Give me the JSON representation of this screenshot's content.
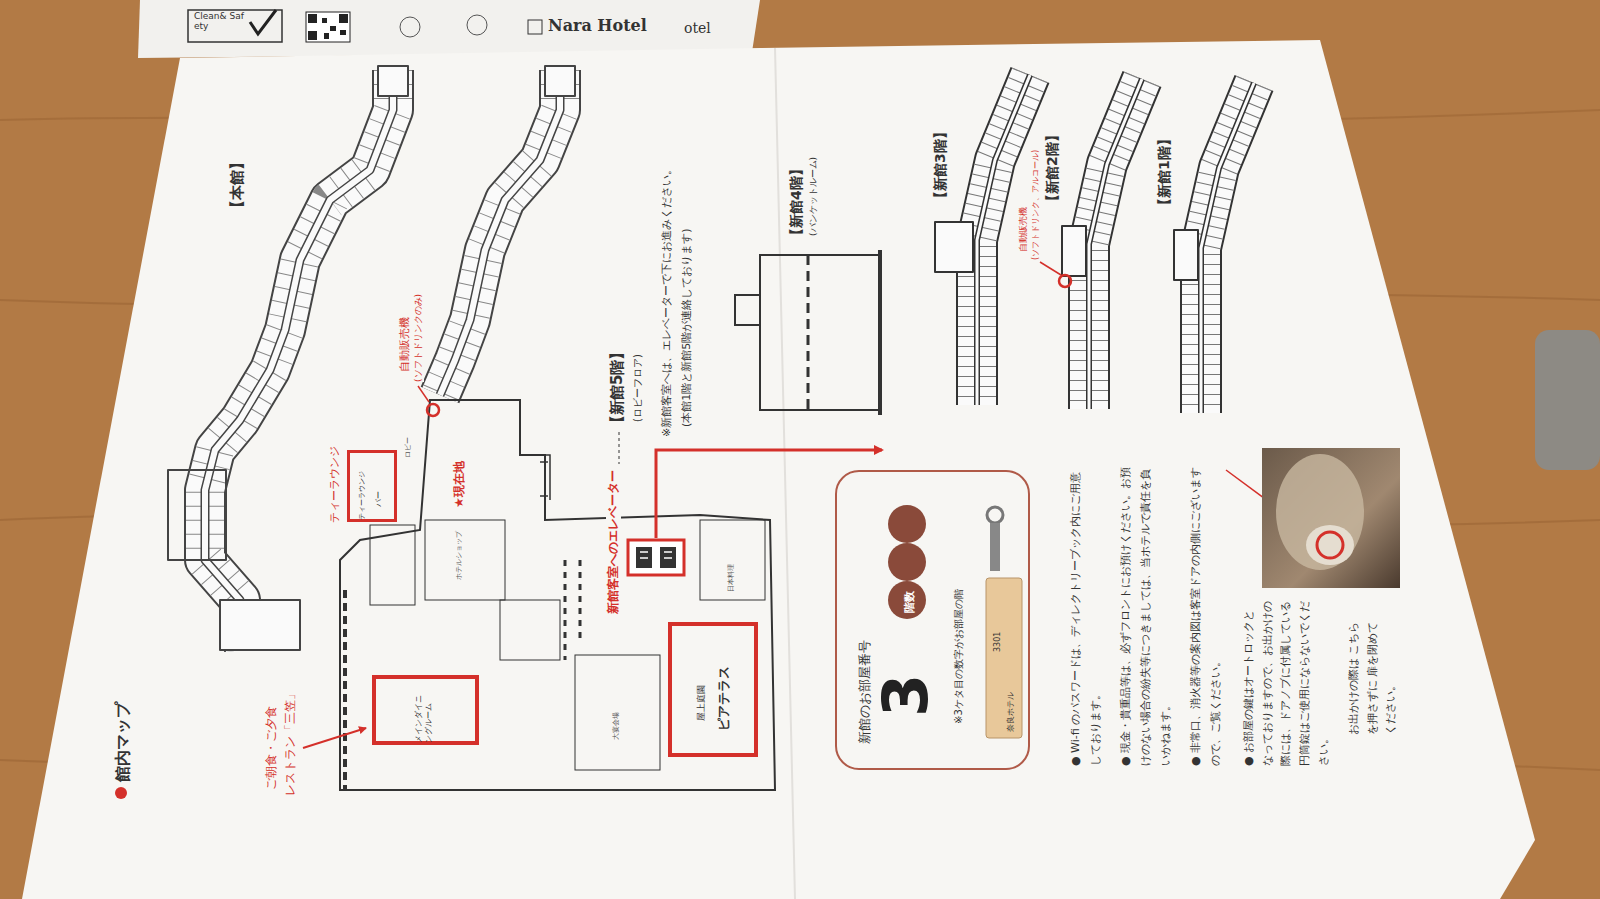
{
  "diagram": {
    "title": "館内マップ",
    "nodes": [
      {
        "text": [
          "ティーラウンジ",
          "ティーラウンジ",
          "バー"
        ]
      },
      {
        "text": [
          "メインダイニングルーム"
        ]
      },
      {
        "text": [
          "屋上庭園",
          "ピアテラス"
        ]
      },
      {
        "text": [
          "新館のお部屋番号",
          "3",
          "階数",
          "※3ケタ目の数字がお部屋の階"
        ]
      }
    ],
    "labels": [
      "Clean& Safety",
      "Nara Hotel",
      "otel",
      "【本館】",
      "自動販売機",
      "(ソフトドリンクのみ)",
      "★現在地",
      "新館客室へのエレベーター",
      "ご朝食・ご夕食",
      "レストラン「三笠」",
      "【新館5階】",
      "(ロビーフロア)",
      "※新館客室へは、エレベーターで下にお進みください。",
      "(本館1階と新館5階が連絡しております)",
      "【新館4階】",
      "(バンケットルーム)",
      "【新館3階】",
      "自動販売機",
      "(ソフトドリンク、アルコール)",
      "【新館2階】",
      "【新館1階】",
      "3301",
      "奈良ホテル",
      "● Wi-fi のパスワードは、ディレクトリーブック内にご用意しております。",
      "● 現金・貴重品等は、必ずフロントにお預けください。お預けのない場合の紛失等につきましては、当ホテルで責任を負いかねます。",
      "● 非常口、消火器等の案内図は客室ドアの内側にございますので、ご覧ください。",
      "● お部屋の鍵はオートロックとなっておりますので、お出かけの際には、ドアノブに付属している円筒錠はご使用にならないでください。",
      "お出かけの際は こちらを押さずに 扉を閉めてください。",
      "ロビー",
      "ホテルショップ",
      "大宴会場",
      "日本料理"
    ]
  }
}
